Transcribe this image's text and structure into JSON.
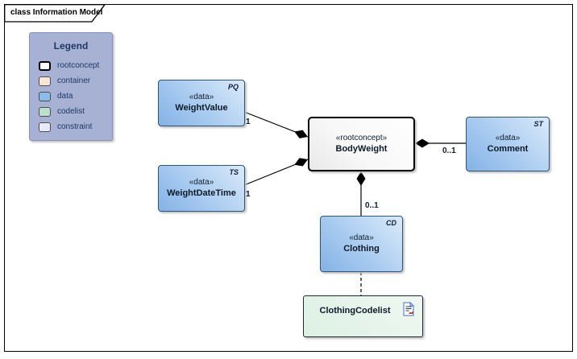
{
  "diagram": {
    "frame_title": "class Information Model"
  },
  "legend": {
    "title": "Legend",
    "background": "#a6b1d4",
    "items": [
      {
        "label": "rootconcept",
        "color": "#ffffff"
      },
      {
        "label": "container",
        "color": "#fbe5d6"
      },
      {
        "label": "data",
        "color": "#8abceb"
      },
      {
        "label": "codelist",
        "color": "#b9e0ca"
      },
      {
        "label": "constraint",
        "color": "#e9eaf9"
      }
    ]
  },
  "nodes": {
    "weightvalue": {
      "type_code": "PQ",
      "stereotype": "«data»",
      "name": "WeightValue"
    },
    "weightdatetime": {
      "type_code": "TS",
      "stereotype": "«data»",
      "name": "WeightDateTime"
    },
    "bodyweight": {
      "stereotype": "«rootconcept»",
      "name": "BodyWeight"
    },
    "comment": {
      "type_code": "ST",
      "stereotype": "«data»",
      "name": "Comment"
    },
    "clothing": {
      "type_code": "CD",
      "stereotype": "«data»",
      "name": "Clothing"
    },
    "clothingcodelist": {
      "name": "ClothingCodelist"
    }
  },
  "connectors": {
    "bodyweight_weightvalue": {
      "multiplicity": "1",
      "kind": "composition"
    },
    "bodyweight_weightdatetime": {
      "multiplicity": "1",
      "kind": "composition"
    },
    "bodyweight_comment": {
      "multiplicity": "0..1",
      "kind": "composition"
    },
    "bodyweight_clothing": {
      "multiplicity": "0..1",
      "kind": "composition"
    },
    "clothing_clothingcodelist": {
      "kind": "dependency"
    }
  },
  "colors": {
    "data_fill": "#8abceb",
    "rootconcept_fill": "#ffffff",
    "codelist_fill": "#ddf0e4",
    "legend_bg": "#a6b1d4"
  }
}
